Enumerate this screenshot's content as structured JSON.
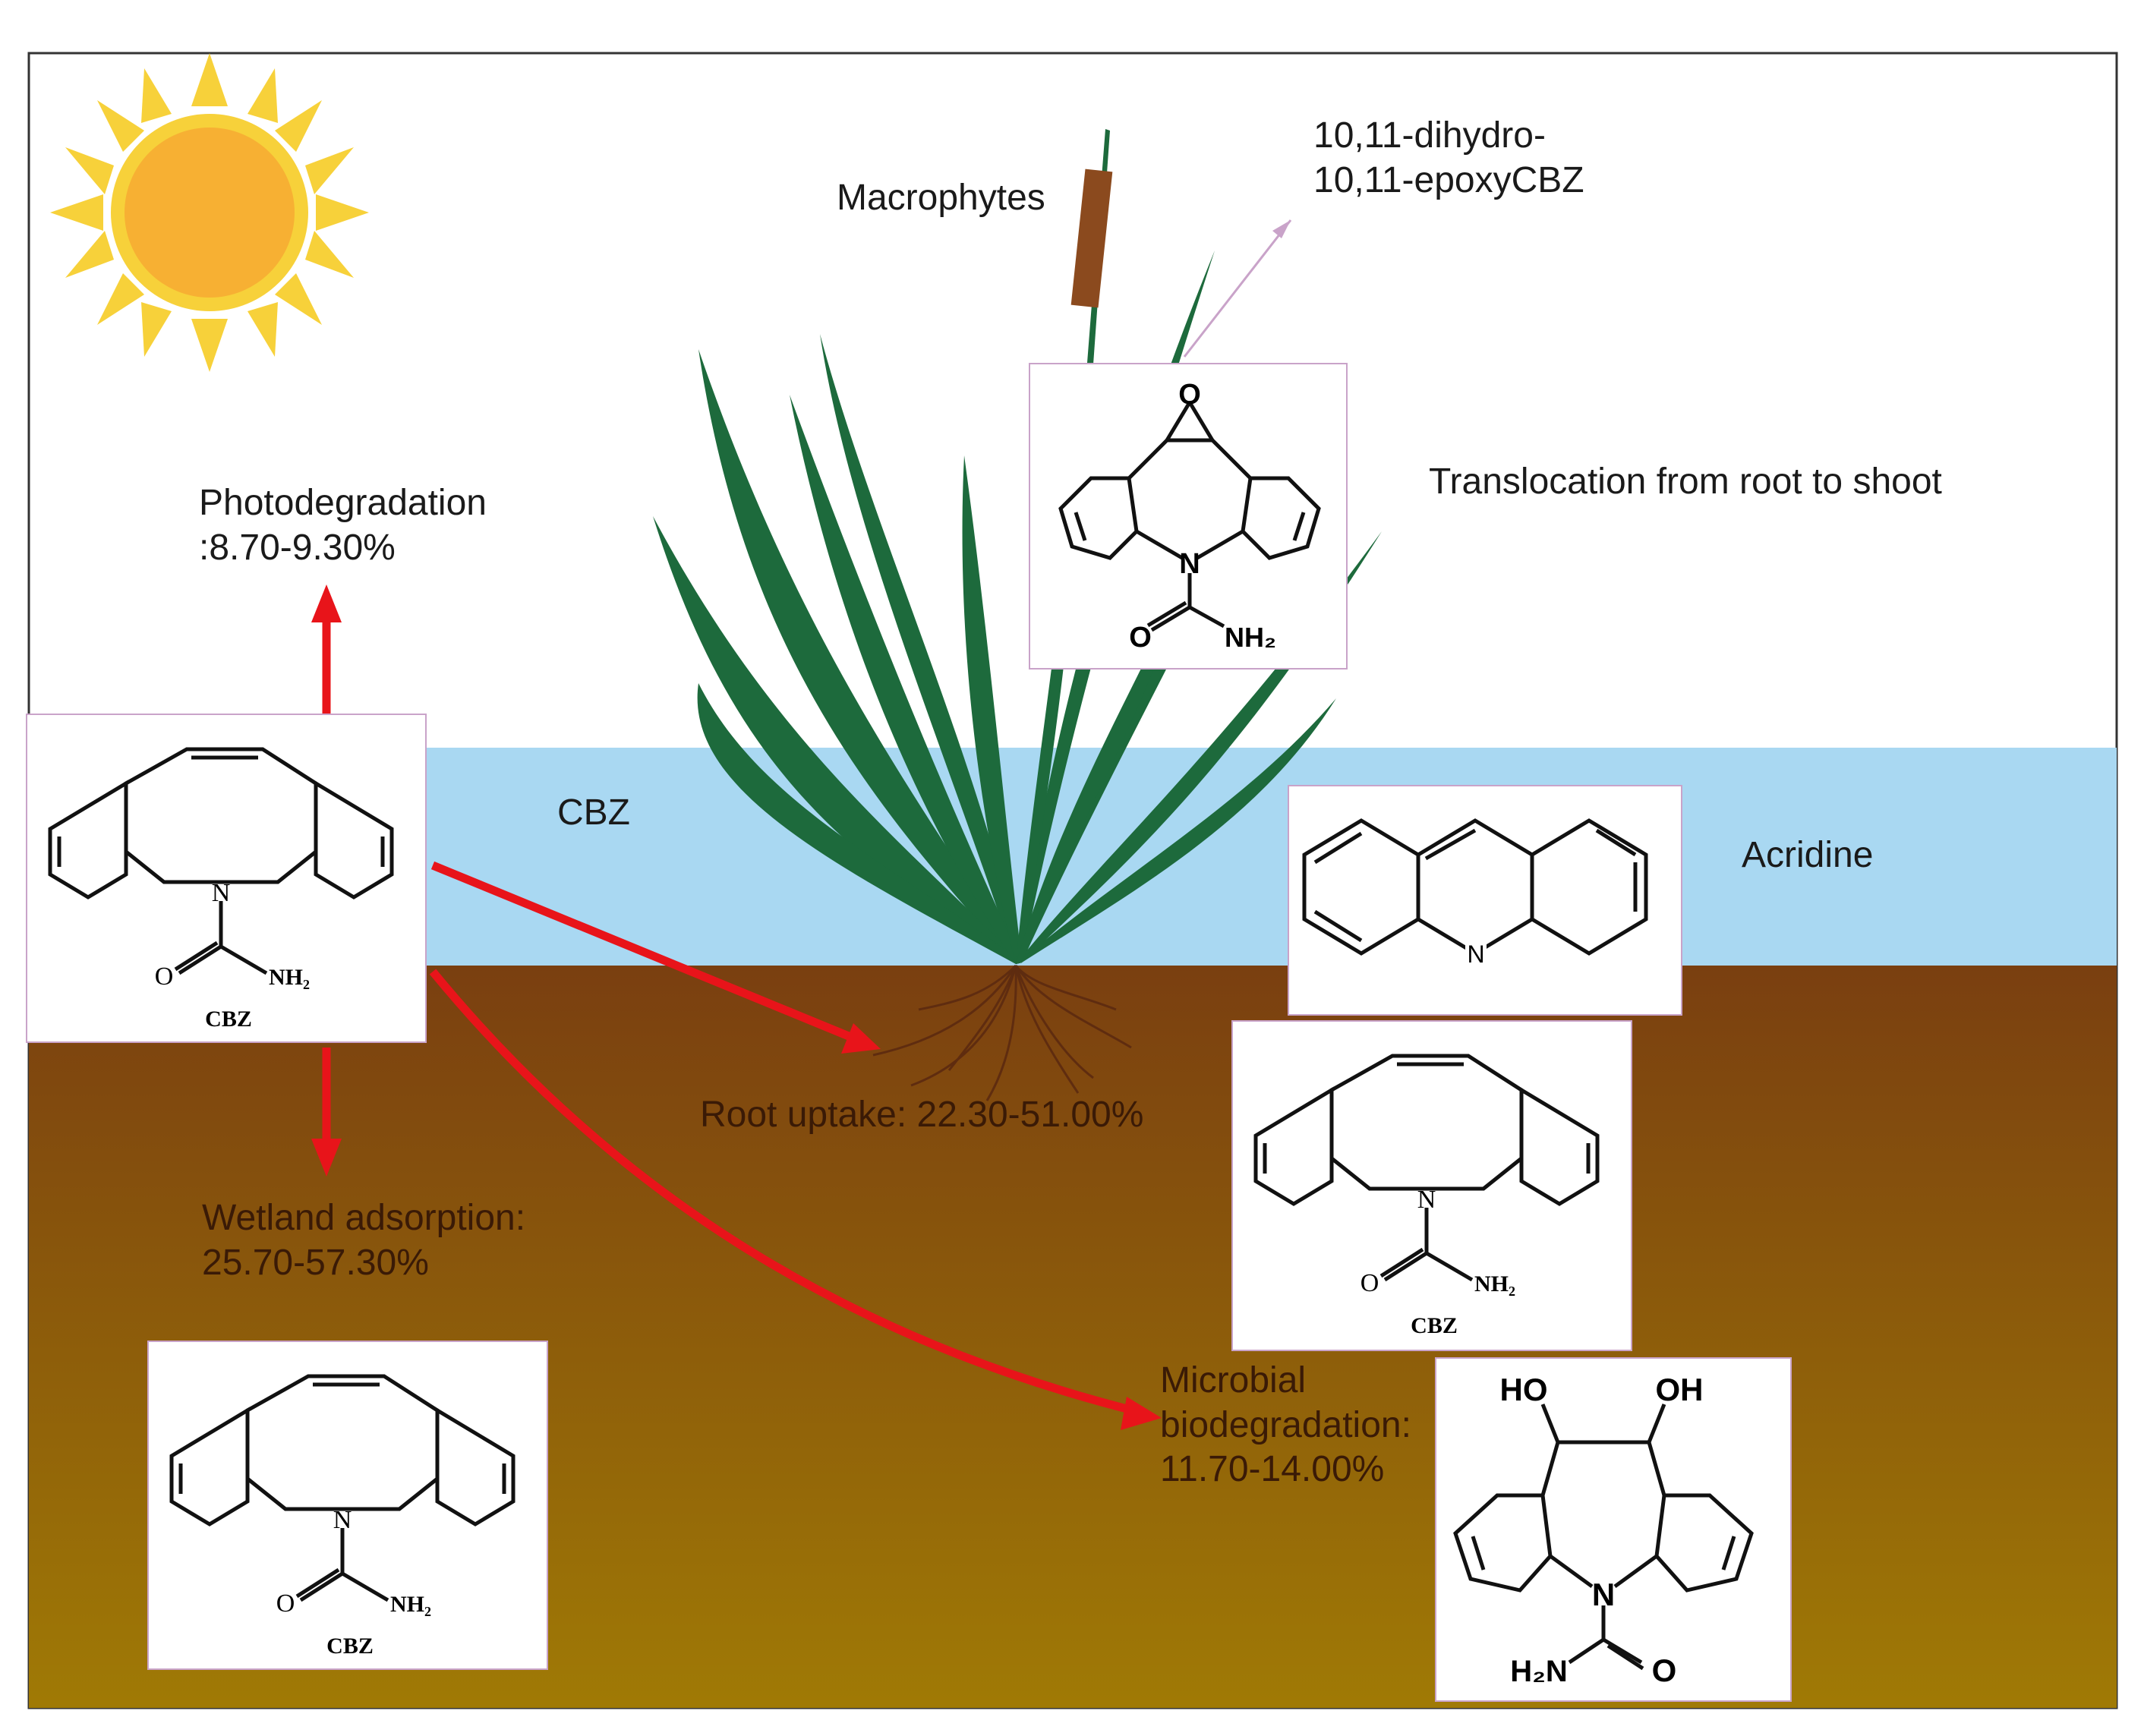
{
  "labels": {
    "macrophytes": "Macrophytes",
    "epoxy_name_line1": "10,11-dihydro-",
    "epoxy_name_line2": "10,11-epoxyCBZ",
    "translocation": "Translocation from root to shoot",
    "photodegradation_line1": "Photodegradation",
    "photodegradation_line2": ":8.70-9.30%",
    "cbz_water": "CBZ",
    "acridine": "Acridine",
    "root_uptake": "Root uptake: 22.30-51.00%",
    "wetland_line1": "Wetland adsorption:",
    "wetland_line2": "25.70-57.30%",
    "microbial_line1": "Microbial",
    "microbial_line2": "biodegradation:",
    "microbial_line3": "11.70-14.00%"
  },
  "molecules": {
    "cbz_main": {
      "caption": "CBZ",
      "o_label": "O",
      "n_label": "N",
      "nh2_label": "NH₂"
    },
    "cbz_soil": {
      "caption": "CBZ",
      "o_label": "O",
      "n_label": "N",
      "nh2_label": "NH₂"
    },
    "cbz_right": {
      "caption": "CBZ",
      "o_label": "O",
      "n_label": "N",
      "nh2_label": "NH₂"
    },
    "epoxy": {
      "epoxide_o": "O",
      "o_label": "O",
      "n_label": "N",
      "nh2_label": "NH₂"
    },
    "acridine": {
      "n_label": "N"
    },
    "diol": {
      "ho_label": "HO",
      "oh_label": "OH",
      "n_label": "N",
      "h2n_label": "H₂N",
      "o_label": "O"
    }
  },
  "colors": {
    "sky": "#ffffff",
    "water": "#a9d8f2",
    "soil_top": "#7a3f10",
    "soil_bottom": "#a07a05",
    "plant": "#1d6a3c",
    "arrow": "#e8141a",
    "sun_core": "#f7b033",
    "sun_rays": "#f7d13a",
    "cattail": "#8b4a1e",
    "roots": "#5c2a10",
    "box_border": "#c9a3c9"
  }
}
